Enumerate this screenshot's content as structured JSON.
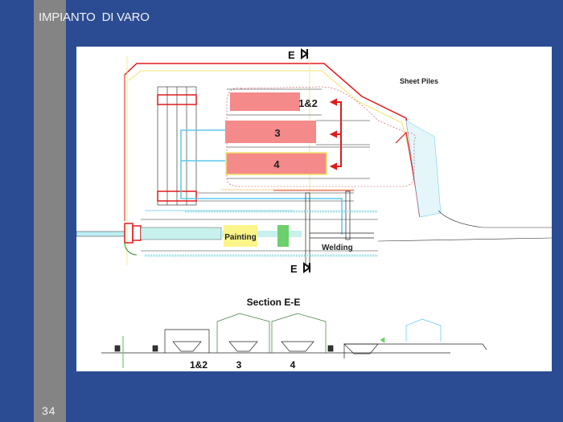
{
  "slide": {
    "title": "IMPIANTO  DI VARO",
    "page_number": "34"
  },
  "plan": {
    "section_marker_top": "E",
    "section_marker_bottom": "E",
    "sheet_piles_label": "Sheet Piles",
    "bays": [
      {
        "label": "1&2"
      },
      {
        "label": "3"
      },
      {
        "label": "4"
      }
    ],
    "painting_label": "Painting",
    "welding_label": "Welding"
  },
  "section": {
    "title": "Section E-E",
    "bay_labels": [
      "1&2",
      "3",
      "4"
    ]
  },
  "colors": {
    "background": "#2b4c93",
    "sidebar": "#848484",
    "bay_fill": "#f58a8a",
    "boundary_red": "#e01b1b",
    "flow_blue": "#5bc8ee",
    "painting_yellow": "#fbf58a",
    "welding_green": "#6bd06b"
  }
}
